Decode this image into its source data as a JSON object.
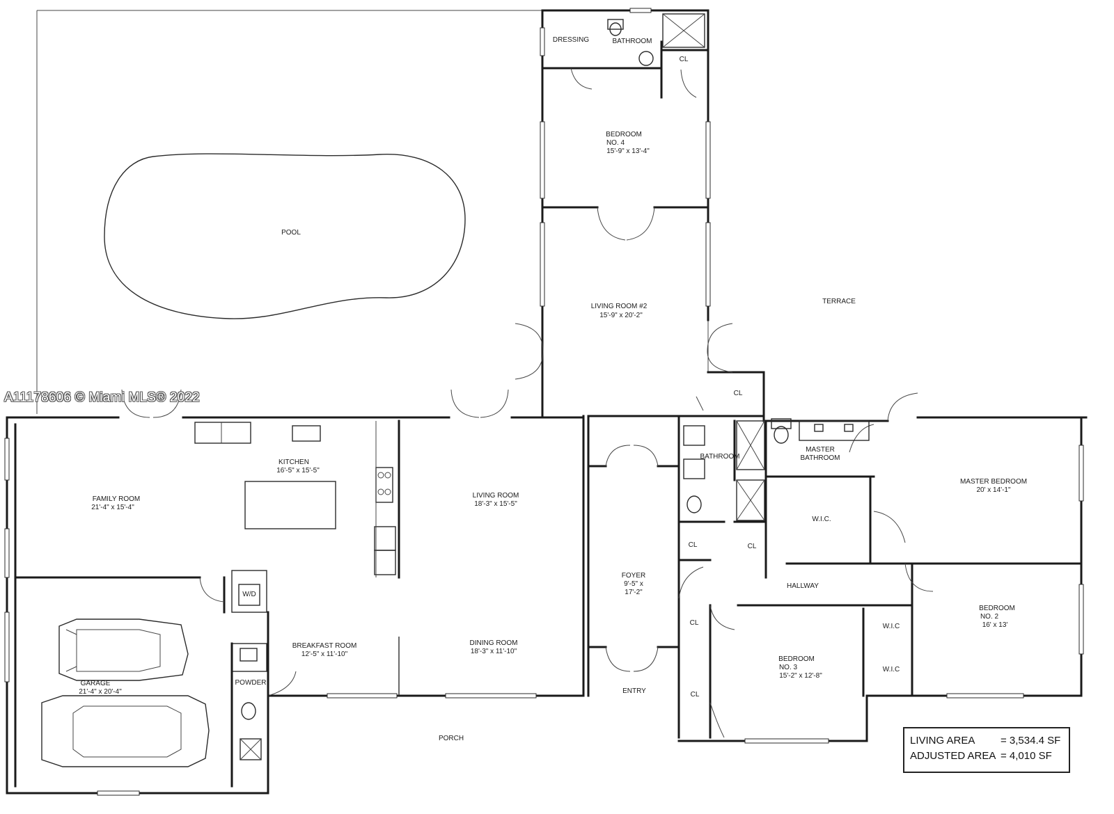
{
  "watermark": "A11178606 © Miami MLS® 2022",
  "rooms": {
    "dressing": "DRESSING",
    "bathroom_top": "BATHROOM",
    "cl_top": "CL",
    "bedroom4_name": "BEDROOM",
    "bedroom4_no": "NO. 4",
    "bedroom4_dim": "15'-9\" x 13'-4\"",
    "pool": "POOL",
    "living2_name": "LIVING ROOM #2",
    "living2_dim": "15'-9\" x 20'-2\"",
    "terrace": "TERRACE",
    "cl_mid": "CL",
    "kitchen_name": "KITCHEN",
    "kitchen_dim": "16'-5\" x 15'-5\"",
    "family_name": "FAMILY ROOM",
    "family_dim": "21'-4\" x 15'-4\"",
    "living_name": "LIVING ROOM",
    "living_dim": "18'-3\" x 15'-5\"",
    "bathroom_mid": "BATHROOM",
    "master_bath_1": "MASTER",
    "master_bath_2": "BATHROOM",
    "master_bed_name": "MASTER BEDROOM",
    "master_bed_dim": "20' x 14'-1\"",
    "wic_master": "W.I.C.",
    "cl_a": "CL",
    "cl_b": "CL",
    "foyer_name": "FOYER",
    "foyer_dim1": "9'-5\" x",
    "foyer_dim2": "17'-2\"",
    "hallway": "HALLWAY",
    "wd": "W/D",
    "breakfast_name": "BREAKFAST ROOM",
    "breakfast_dim": "12'-5\" x 11'-10\"",
    "dining_name": "DINING ROOM",
    "dining_dim": "18'-3\" x 11'-10\"",
    "garage_name": "GARAGE",
    "garage_dim": "21'-4\" x 20'-4\"",
    "powder": "POWDER",
    "entry": "ENTRY",
    "cl_c": "CL",
    "cl_d": "CL",
    "bedroom3_name": "BEDROOM",
    "bedroom3_no": "NO. 3",
    "bedroom3_dim": "15'-2\" x 12'-8\"",
    "wic_1": "W.I.C",
    "wic_2": "W.I.C",
    "bedroom2_name": "BEDROOM",
    "bedroom2_no": "NO. 2",
    "bedroom2_dim": "16' x 13'",
    "porch": "PORCH"
  },
  "areas": {
    "living_label": "LIVING AREA",
    "living_value": "= 3,534.4 SF",
    "adjusted_label": "ADJUSTED AREA",
    "adjusted_value": "= 4,010 SF"
  }
}
